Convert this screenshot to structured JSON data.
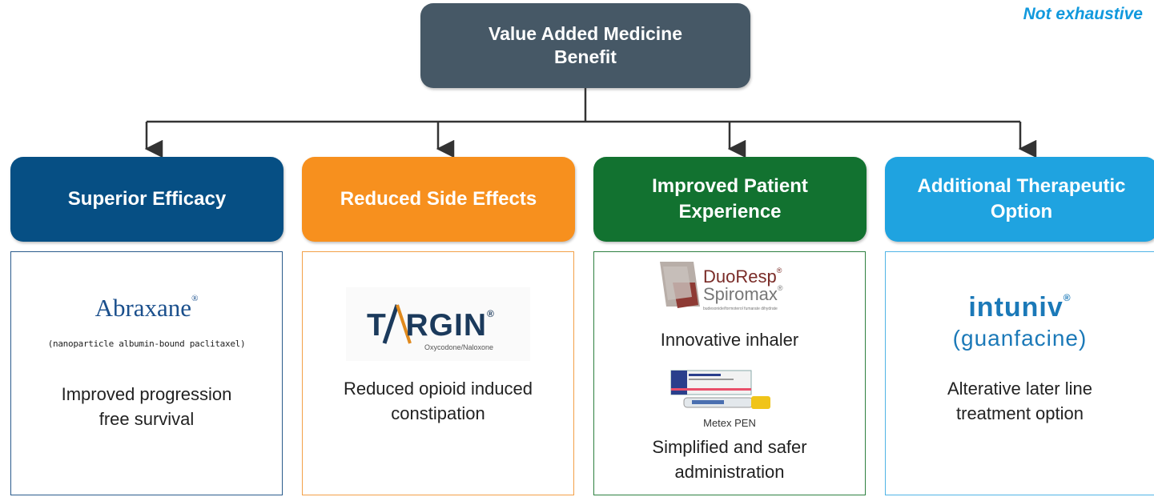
{
  "note": "Not exhaustive",
  "root": {
    "label": "Value Added Medicine Benefit"
  },
  "categories": [
    {
      "title": "Superior Efficacy",
      "brand": "Abraxane",
      "brand_registered": "®",
      "brand_subtitle": "(nanoparticle albumin-bound paclitaxel)",
      "description": "Improved progression free survival",
      "color": "#064f84"
    },
    {
      "title": "Reduced Side Effects",
      "brand": "T  RGIN",
      "brand_registered": "®",
      "brand_subtitle": "Oxycodone/Naloxone",
      "description": "Reduced opioid induced constipation",
      "color": "#f7901e"
    },
    {
      "title": "Improved Patient Experience",
      "brand_line1": "DuoResp",
      "brand_line2": "Spiromax",
      "brand_registered": "®",
      "brand_fine_print": "budesonide/formoterol fumarate dihydrate",
      "description1": "Innovative inhaler",
      "product2_label": "Metex PEN",
      "description2": "Simplified and safer administration",
      "color": "#127230"
    },
    {
      "title": "Additional Therapeutic Option",
      "brand": "intuniv",
      "brand_registered": "®",
      "brand_subtitle": "(guanfacine)",
      "description": "Alterative later line treatment option",
      "color": "#1fa3e0"
    }
  ],
  "icons": {
    "connector": "arrow-down-icon",
    "duoresp_mark": "duoresp-inhaler-logo-icon",
    "metex_pack": "metex-pen-package-icon"
  }
}
